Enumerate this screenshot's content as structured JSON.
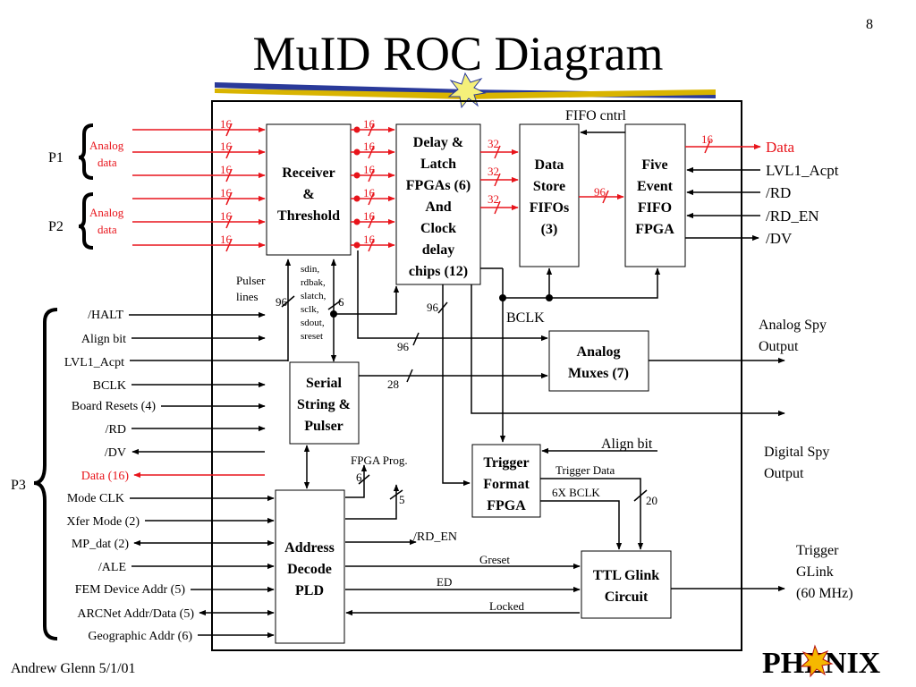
{
  "page_number": "8",
  "title": "MuID ROC Diagram",
  "footer": "Andrew Glenn 5/1/01",
  "logo_text": "PHENIX",
  "colors": {
    "red": "#e8141b",
    "banner_blue": "#2a3a9a",
    "banner_gold": "#d9b400"
  },
  "groups": {
    "p1": "P1",
    "p2": "P2",
    "p3": "P3"
  },
  "analog_data_label": [
    "Analog",
    "data"
  ],
  "bus_width_16": "16",
  "blocks": {
    "receiver": [
      "Receiver",
      "&",
      "Threshold"
    ],
    "delay": [
      "Delay &",
      "Latch",
      "FPGAs (6)",
      "And",
      "Clock",
      "delay",
      "chips (12)"
    ],
    "datastore": [
      "Data",
      "Store",
      "FIFOs",
      "(3)"
    ],
    "fiveevent": [
      "Five",
      "Event",
      "FIFO",
      "FPGA"
    ],
    "analogmux": [
      "Analog",
      "Muxes (7)"
    ],
    "serial": [
      "Serial",
      "String &",
      "Pulser"
    ],
    "trigger": [
      "Trigger",
      "Format",
      "FPGA"
    ],
    "address": [
      "Address",
      "Decode",
      "PLD"
    ],
    "ttl": [
      "TTL Glink",
      "Circuit"
    ]
  },
  "labels": {
    "fifo_cntrl": "FIFO cntrl",
    "bclk": "BCLK",
    "pulser_lines": [
      "Pulser",
      "lines"
    ],
    "serial_signals": [
      "sdin,",
      "rdbak,",
      "slatch,",
      "sclk,",
      "sdout,",
      "sreset"
    ],
    "w32": "32",
    "w96": "96",
    "w6": "6",
    "w28": "28",
    "w5": "5",
    "w20": "20",
    "fpga_prog": "FPGA Prog.",
    "align_bit": "Align bit",
    "trigger_data": "Trigger Data",
    "six_x_bclk": "6X BCLK",
    "rd_en": "/RD_EN",
    "greset": "Greset",
    "ed": "ED",
    "locked": "Locked"
  },
  "right_outputs": {
    "data": "Data",
    "lvl1": "LVL1_Acpt",
    "rd": "/RD",
    "rden": "/RD_EN",
    "dv": "/DV",
    "analog_spy": [
      "Analog Spy",
      "Output"
    ],
    "digital_spy": [
      "Digital Spy",
      "Output"
    ],
    "trigger_glink": [
      "Trigger",
      "GLink",
      "(60 MHz)"
    ]
  },
  "left_signals": [
    "/HALT",
    "Align bit",
    "LVL1_Acpt",
    "BCLK",
    "Board Resets (4)",
    "/RD",
    "/DV",
    "Data (16)",
    "Mode CLK",
    "Xfer Mode (2)",
    "MP_dat (2)",
    "/ALE",
    "FEM Device Addr (5)",
    "ARCNet Addr/Data (5)",
    "Geographic Addr (6)"
  ]
}
